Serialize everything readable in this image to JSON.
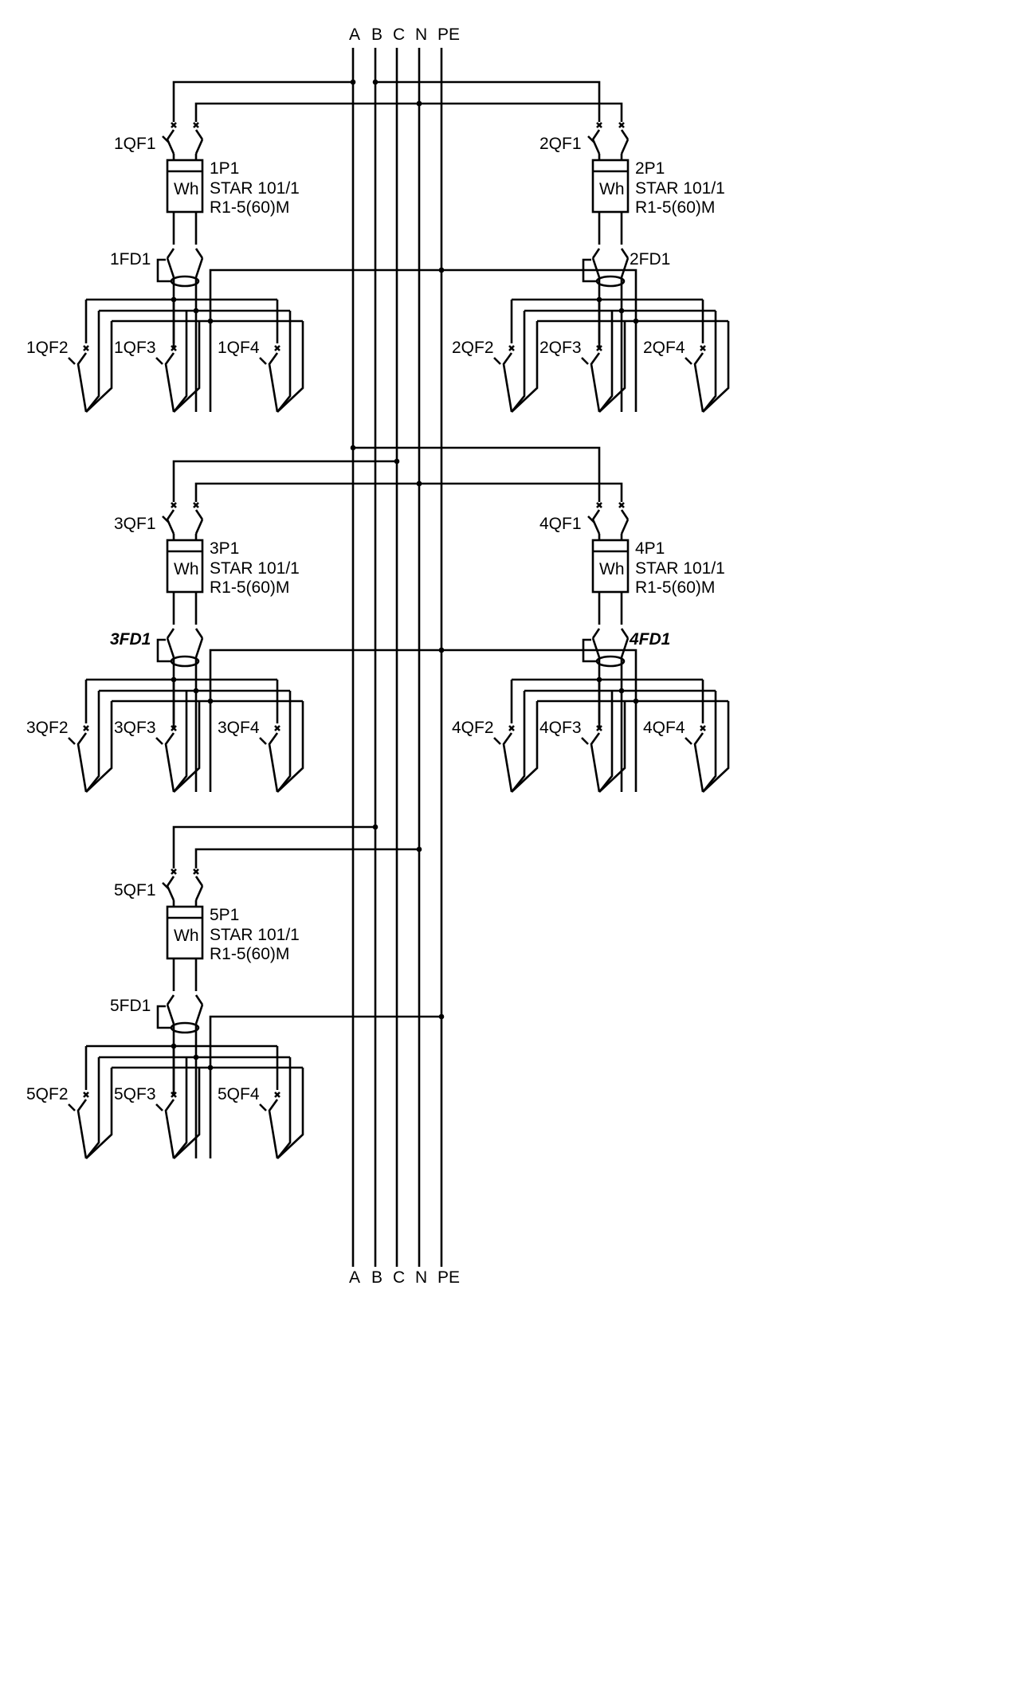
{
  "bus": {
    "labels": [
      "A",
      "B",
      "C",
      "N",
      "PE"
    ]
  },
  "groups": [
    {
      "main_breaker": "1QF1",
      "meter": {
        "id": "1P1",
        "model": "STAR 101/1",
        "rating": "R1-5(60)M",
        "unit": "Wh"
      },
      "rcd": {
        "label": "1FD1",
        "emphasis": false
      },
      "outgoing": [
        "1QF2",
        "1QF3",
        "1QF4"
      ]
    },
    {
      "main_breaker": "2QF1",
      "meter": {
        "id": "2P1",
        "model": "STAR 101/1",
        "rating": "R1-5(60)M",
        "unit": "Wh"
      },
      "rcd": {
        "label": "2FD1",
        "emphasis": false
      },
      "outgoing": [
        "2QF2",
        "2QF3",
        "2QF4"
      ]
    },
    {
      "main_breaker": "3QF1",
      "meter": {
        "id": "3P1",
        "model": "STAR 101/1",
        "rating": "R1-5(60)M",
        "unit": "Wh"
      },
      "rcd": {
        "label": "3FD1",
        "emphasis": true
      },
      "outgoing": [
        "3QF2",
        "3QF3",
        "3QF4"
      ]
    },
    {
      "main_breaker": "4QF1",
      "meter": {
        "id": "4P1",
        "model": "STAR 101/1",
        "rating": "R1-5(60)M",
        "unit": "Wh"
      },
      "rcd": {
        "label": "4FD1",
        "emphasis": true
      },
      "outgoing": [
        "4QF2",
        "4QF3",
        "4QF4"
      ]
    },
    {
      "main_breaker": "5QF1",
      "meter": {
        "id": "5P1",
        "model": "STAR 101/1",
        "rating": "R1-5(60)M",
        "unit": "Wh"
      },
      "rcd": {
        "label": "5FD1",
        "emphasis": false
      },
      "outgoing": [
        "5QF2",
        "5QF3",
        "5QF4"
      ]
    }
  ]
}
